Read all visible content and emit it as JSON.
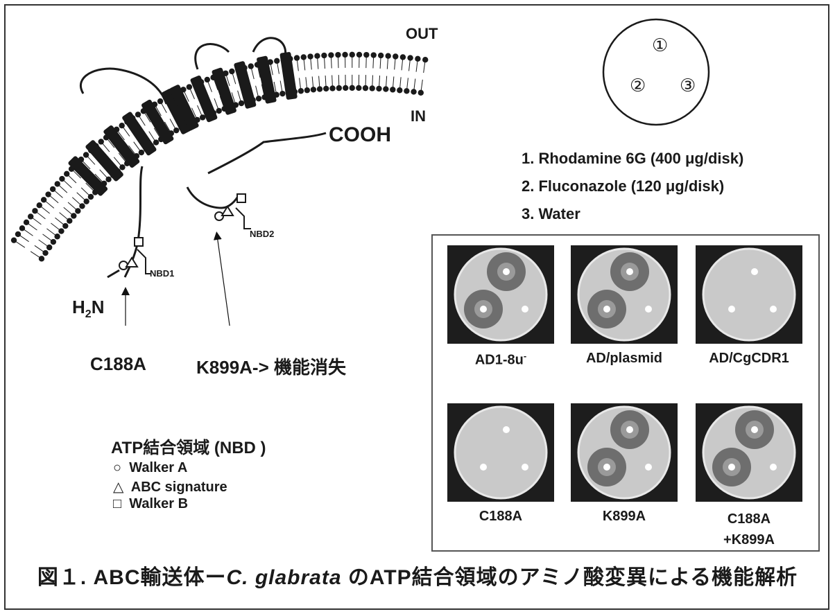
{
  "diagram": {
    "membrane_labels": {
      "out": "OUT",
      "in": "IN"
    },
    "termini": {
      "cooh": "COOH",
      "nh2_prefix": "H",
      "nh2_sub": "2",
      "nh2_suffix": "N"
    },
    "nbd_labels": {
      "nbd1": "NBD1",
      "nbd2": "NBD2"
    },
    "mutations": {
      "c188a": "C188A",
      "k899a": "K899A-> 機能消失"
    },
    "legend": {
      "title": "ATP結合領域 (NBD )",
      "items": [
        {
          "symbol": "○",
          "label": "Walker A"
        },
        {
          "symbol": "△",
          "label": "ABC signature"
        },
        {
          "symbol": "□",
          "label": "Walker B"
        }
      ]
    }
  },
  "disk_layout": {
    "positions": [
      "①",
      "②",
      "③"
    ]
  },
  "disk_key": [
    "1. Rhodamine 6G (400 μg/disk)",
    "2. Fluconazole (120 μg/disk)",
    "3. Water"
  ],
  "plates": [
    {
      "label": "AD1-8u",
      "label_sup": "-",
      "halo1": true,
      "halo2": true
    },
    {
      "label": "AD/plasmid",
      "label_sup": "",
      "halo1": true,
      "halo2": true
    },
    {
      "label": "AD/CgCDR1",
      "label_sup": "",
      "halo1": false,
      "halo2": false
    },
    {
      "label": "C188A",
      "label_sup": "",
      "halo1": false,
      "halo2": false
    },
    {
      "label": "K899A",
      "label_sup": "",
      "halo1": true,
      "halo2": true
    },
    {
      "label": "C188A",
      "label2": "+K899A",
      "label_sup": "",
      "halo1": true,
      "halo2": true
    }
  ],
  "caption": {
    "prefix": "図１. ABC輸送体ー",
    "species": "C. glabrata",
    "suffix": " のATP結合領域のアミノ酸変異による機能解析"
  }
}
